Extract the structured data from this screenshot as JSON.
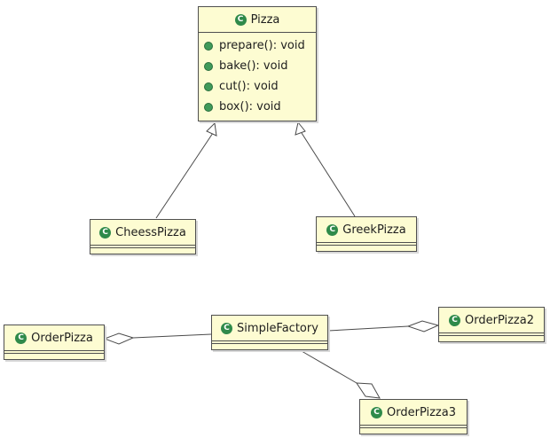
{
  "diagram": {
    "classes": {
      "pizza": {
        "name": "Pizza",
        "methods": [
          "prepare(): void",
          "bake(): void",
          "cut(): void",
          "box(): void"
        ]
      },
      "cheess_pizza": {
        "name": "CheessPizza"
      },
      "greek_pizza": {
        "name": "GreekPizza"
      },
      "simple_factory": {
        "name": "SimpleFactory"
      },
      "order_pizza": {
        "name": "OrderPizza"
      },
      "order_pizza2": {
        "name": "OrderPizza2"
      },
      "order_pizza3": {
        "name": "OrderPizza3"
      }
    },
    "relations": [
      {
        "type": "generalization",
        "from": "CheessPizza",
        "to": "Pizza"
      },
      {
        "type": "generalization",
        "from": "GreekPizza",
        "to": "Pizza"
      },
      {
        "type": "aggregation",
        "whole": "OrderPizza",
        "part": "SimpleFactory"
      },
      {
        "type": "aggregation",
        "whole": "OrderPizza2",
        "part": "SimpleFactory"
      },
      {
        "type": "aggregation",
        "whole": "OrderPizza3",
        "part": "SimpleFactory"
      }
    ],
    "icon": "class-icon",
    "colors": {
      "class_fill": "#fdfcd2",
      "class_border": "#4f4f4f",
      "class_icon": "#2f8a4a",
      "method_icon": "#3f9a5a"
    }
  }
}
